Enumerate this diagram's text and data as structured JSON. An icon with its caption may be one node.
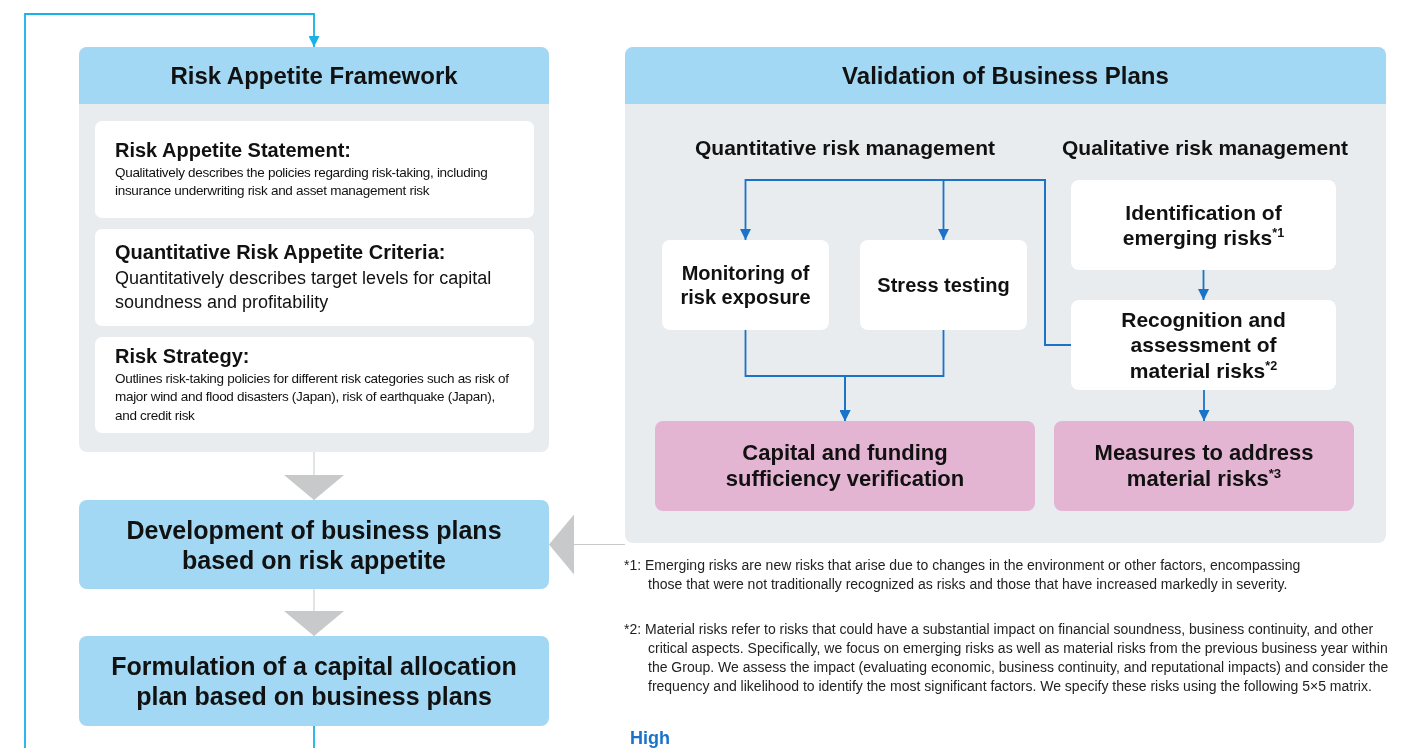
{
  "diagram": {
    "nodes": [
      {
        "text": [
          "Risk Appetite Framework"
        ]
      },
      {
        "text": [
          "Risk Appetite Statement:",
          "Qualitatively describes the policies regarding risk-taking, including insurance underwriting risk and asset management risk"
        ],
        "in": 0
      },
      {
        "text": [
          "Quantitative Risk Appetite Criteria:",
          "Quantitatively describes target levels for capital soundness and profitability"
        ],
        "in": 0
      },
      {
        "text": [
          "Risk Strategy:",
          "Outlines risk-taking policies for different risk categories such as risk of major wind and flood disasters (Japan), risk of earthquake (Japan), and credit risk"
        ],
        "in": 0
      },
      {
        "text": [
          "Development of business plans based on risk appetite"
        ]
      },
      {
        "text": [
          "Formulation of a capital allocation plan based on business plans"
        ]
      },
      {
        "text": [
          "Validation of Business Plans"
        ]
      },
      {
        "text": [
          "Monitoring of risk exposure"
        ],
        "in": 6
      },
      {
        "text": [
          "Stress testing"
        ],
        "in": 6
      },
      {
        "text": [
          "Identification of emerging risks$^{*1}$"
        ],
        "in": 6
      },
      {
        "text": [
          "Recognition and assessment of material risks$^{*2}$"
        ],
        "in": 6
      },
      {
        "text": [
          "Capital and funding sufficiency verification"
        ],
        "in": 6
      },
      {
        "text": [
          "Measures to address material risks$^{*3}$"
        ],
        "in": 6
      }
    ],
    "edges": [
      {
        "from": null,
        "to": 0,
        "arrow": "to",
        "color": "#1ab0e8"
      },
      {
        "from": 5,
        "to": null,
        "arrow": "none",
        "color": "#1ab0e8"
      },
      {
        "from": 0,
        "to": 4,
        "arrow": "to",
        "color": "#c8c9ca"
      },
      {
        "from": 4,
        "to": 5,
        "arrow": "to",
        "color": "#c8c9ca"
      },
      {
        "from": 6,
        "to": 4,
        "arrow": "to",
        "color": "#c8c9ca"
      },
      {
        "from": 10,
        "to": 7,
        "arrow": "to"
      },
      {
        "from": 10,
        "to": 8,
        "arrow": "to"
      },
      {
        "from": 7,
        "to": 11,
        "arrow": "to"
      },
      {
        "from": 8,
        "to": 11,
        "arrow": "to"
      },
      {
        "from": 9,
        "to": 10,
        "arrow": "to"
      },
      {
        "from": 10,
        "to": 12,
        "arrow": "to"
      }
    ],
    "labels": [
      "Quantitative risk management",
      "Qualitative risk management",
      "*1: Emerging risks are new risks that arise due to changes in the environment or other factors, encompassing those that were not traditionally recognized as risks and those that have increased markedly in severity.",
      "*2: Material risks refer to risks that could have a substantial impact on financial soundness, business continuity, and other critical aspects. Specifically, we focus on emerging risks as well as material risks from the previous business year within the Group. We assess the impact (evaluating economic, business continuity, and reputational impacts) and consider the frequency and likelihood to identify the most significant factors. We specify these risks using the following 5×5 matrix.",
      "High"
    ]
  }
}
